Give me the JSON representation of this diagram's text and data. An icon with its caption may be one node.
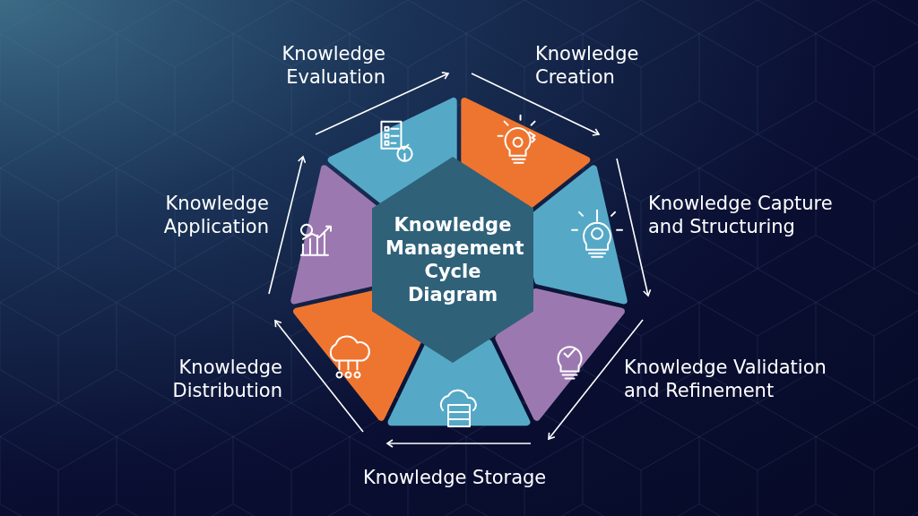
{
  "diagram": {
    "nodes": [
      {
        "text": [
          "Knowledge Management Cycle Diagram"
        ]
      },
      {
        "text": [
          "Knowledge Evaluation"
        ]
      },
      {
        "text": [
          "Knowledge Creation"
        ]
      },
      {
        "text": [
          "Knowledge Capture and Structuring"
        ]
      },
      {
        "text": [
          "Knowledge Validation and Refinement"
        ]
      },
      {
        "text": [
          "Knowledge Storage"
        ]
      },
      {
        "text": [
          "Knowledge Distribution"
        ]
      },
      {
        "text": [
          "Knowledge Application"
        ]
      }
    ]
  }
}
